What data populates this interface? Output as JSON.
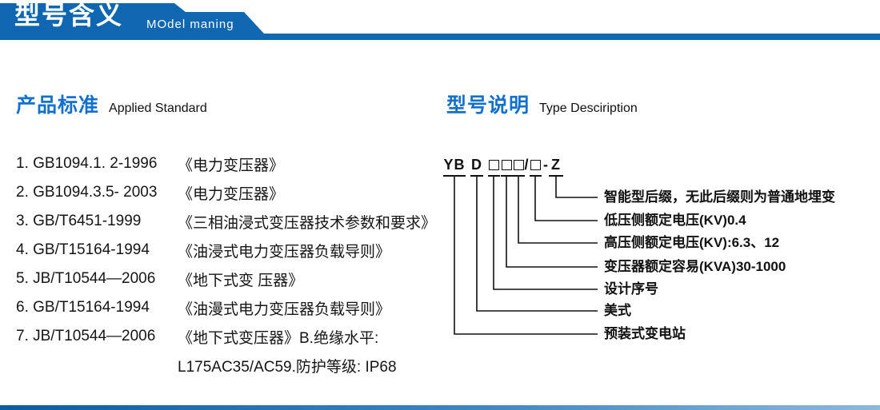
{
  "header": {
    "title_cn": "型号含义",
    "title_en": "MOdel maning"
  },
  "left_section": {
    "heading_cn": "产品标准",
    "heading_en": "Applied Standard",
    "standards": [
      {
        "code": "1. GB1094.1. 2-1996",
        "title": "《电力变压器》"
      },
      {
        "code": "2. GB1094.3.5- 2003",
        "title": "《电力变压器》"
      },
      {
        "code": "3. GB/T6451-1999",
        "title": "《三相油浸式变压器技术参数和要求》"
      },
      {
        "code": "4. GB/T15164-1994",
        "title": "《油浸式电力变压器负载导则》"
      },
      {
        "code": "5. JB/T10544—2006",
        "title": "《地下式变 压器》"
      },
      {
        "code": "6. GB/T15164-1994",
        "title": "《油漫式电力变压器负载导则》"
      },
      {
        "code": "7. JB/T10544—2006",
        "title": "《地下式变压器》B.绝缘水平:"
      },
      {
        "code": "",
        "title": "L175AC35/AC59.防护等级: IP68"
      }
    ]
  },
  "right_section": {
    "heading_cn": "型号说明",
    "heading_en": "Type Desciription",
    "model_code": {
      "prefix": "YB",
      "series": "D",
      "slash": "/",
      "dash": "-",
      "suffix": "Z"
    },
    "labels": [
      "智能型后缀，无此后缀则为普通地埋变",
      "低压侧额定电压(KV)0.4",
      "高压侧额定电压(KV):6.3、12",
      "变压器额定容易(KVA)30-1000",
      "设计序号",
      "美式",
      "预装式变电站"
    ]
  },
  "colors": {
    "header_blue": "#0f67b1",
    "accent_blue": "#1371cd",
    "text": "#1a1a1a"
  }
}
